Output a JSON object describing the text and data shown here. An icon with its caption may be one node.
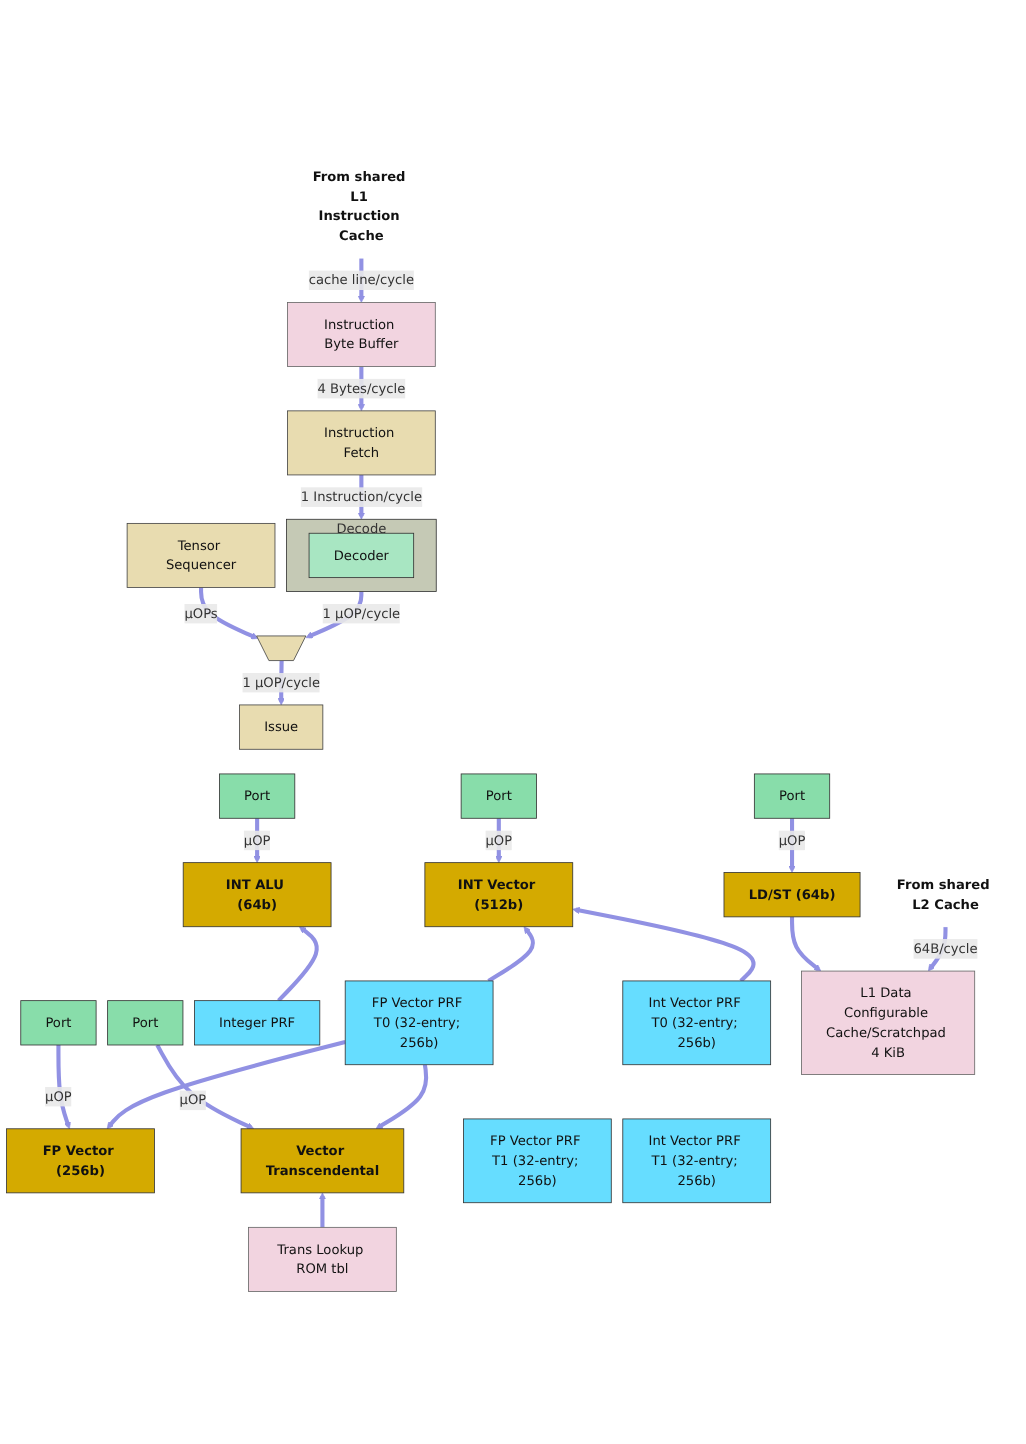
{
  "diagram": {
    "nodes": [
      {
        "text": [
          "From shared L1 Instruction Cache"
        ]
      },
      {
        "text": [
          "Instruction Byte Buffer"
        ]
      },
      {
        "text": [
          "Instruction Fetch"
        ]
      },
      {
        "text": [
          "Decode"
        ]
      },
      {
        "text": [
          "Decoder"
        ],
        "in": 3
      },
      {
        "text": [
          "Tensor Sequencer"
        ]
      },
      {
        "text": [],
        "shape": "trapezoid"
      },
      {
        "text": [
          "Issue"
        ]
      },
      {
        "text": [
          "Port"
        ]
      },
      {
        "text": [
          "Port"
        ]
      },
      {
        "text": [
          "Port"
        ]
      },
      {
        "text": [
          "Port"
        ]
      },
      {
        "text": [
          "Port"
        ]
      },
      {
        "text": [
          "INT ALU (64b)"
        ]
      },
      {
        "text": [
          "INT Vector (512b)"
        ]
      },
      {
        "text": [
          "FP Vector (256b)"
        ]
      },
      {
        "text": [
          "Vector Transcendental"
        ]
      },
      {
        "text": [
          "LD/ST (64b)"
        ]
      },
      {
        "text": [
          "Integer PRF"
        ]
      },
      {
        "text": [
          "Trans Lookup ROM tbl"
        ]
      },
      {
        "text": [
          "FP Vector PRF T0 (32-entry; 256b)"
        ]
      },
      {
        "text": [
          "Int Vector PRF T0 (32-entry; 256b)"
        ]
      },
      {
        "text": [
          "FP Vector PRF T1 (32-entry; 256b)"
        ]
      },
      {
        "text": [
          "Int Vector PRF T1 (32-entry; 256b)"
        ]
      },
      {
        "text": [
          "From shared L2 Cache"
        ]
      },
      {
        "text": [
          "L1 Data Configurable Cache/Scratchpad 4 KiB"
        ]
      }
    ],
    "edges": [
      {
        "from": 0,
        "to": 1,
        "arrow": "to",
        "label": "cache line/cycle"
      },
      {
        "from": 1,
        "to": 2,
        "arrow": "to",
        "label": "4 Bytes/cycle"
      },
      {
        "from": 2,
        "to": 3,
        "arrow": "to",
        "label": "1 Instruction/cycle"
      },
      {
        "from": 3,
        "to": 6,
        "arrow": "to",
        "label": "1 µOP/cycle"
      },
      {
        "from": 5,
        "to": 6,
        "arrow": "to",
        "label": "µOPs"
      },
      {
        "from": 6,
        "to": 7,
        "arrow": "to",
        "label": "1 µOP/cycle"
      },
      {
        "from": 8,
        "to": 13,
        "arrow": "to",
        "label": "µOP"
      },
      {
        "from": 9,
        "to": 14,
        "arrow": "to",
        "label": "µOP"
      },
      {
        "from": 10,
        "to": 15,
        "arrow": "to",
        "label": "µOP"
      },
      {
        "from": 11,
        "to": 16,
        "arrow": "to",
        "label": "µOP"
      },
      {
        "from": 12,
        "to": 17,
        "arrow": "to",
        "label": "µOP"
      },
      {
        "from": 18,
        "to": 13,
        "arrow": "to"
      },
      {
        "from": 21,
        "to": 14,
        "arrow": "to"
      },
      {
        "from": 20,
        "to": 14,
        "arrow": "to"
      },
      {
        "from": 20,
        "to": 15,
        "arrow": "to"
      },
      {
        "from": 20,
        "to": 16,
        "arrow": "to"
      },
      {
        "from": 19,
        "to": 16,
        "arrow": "to"
      },
      {
        "from": 17,
        "to": 25,
        "arrow": "to"
      },
      {
        "from": 24,
        "to": 25,
        "arrow": "to",
        "label": "64B/cycle"
      }
    ]
  }
}
